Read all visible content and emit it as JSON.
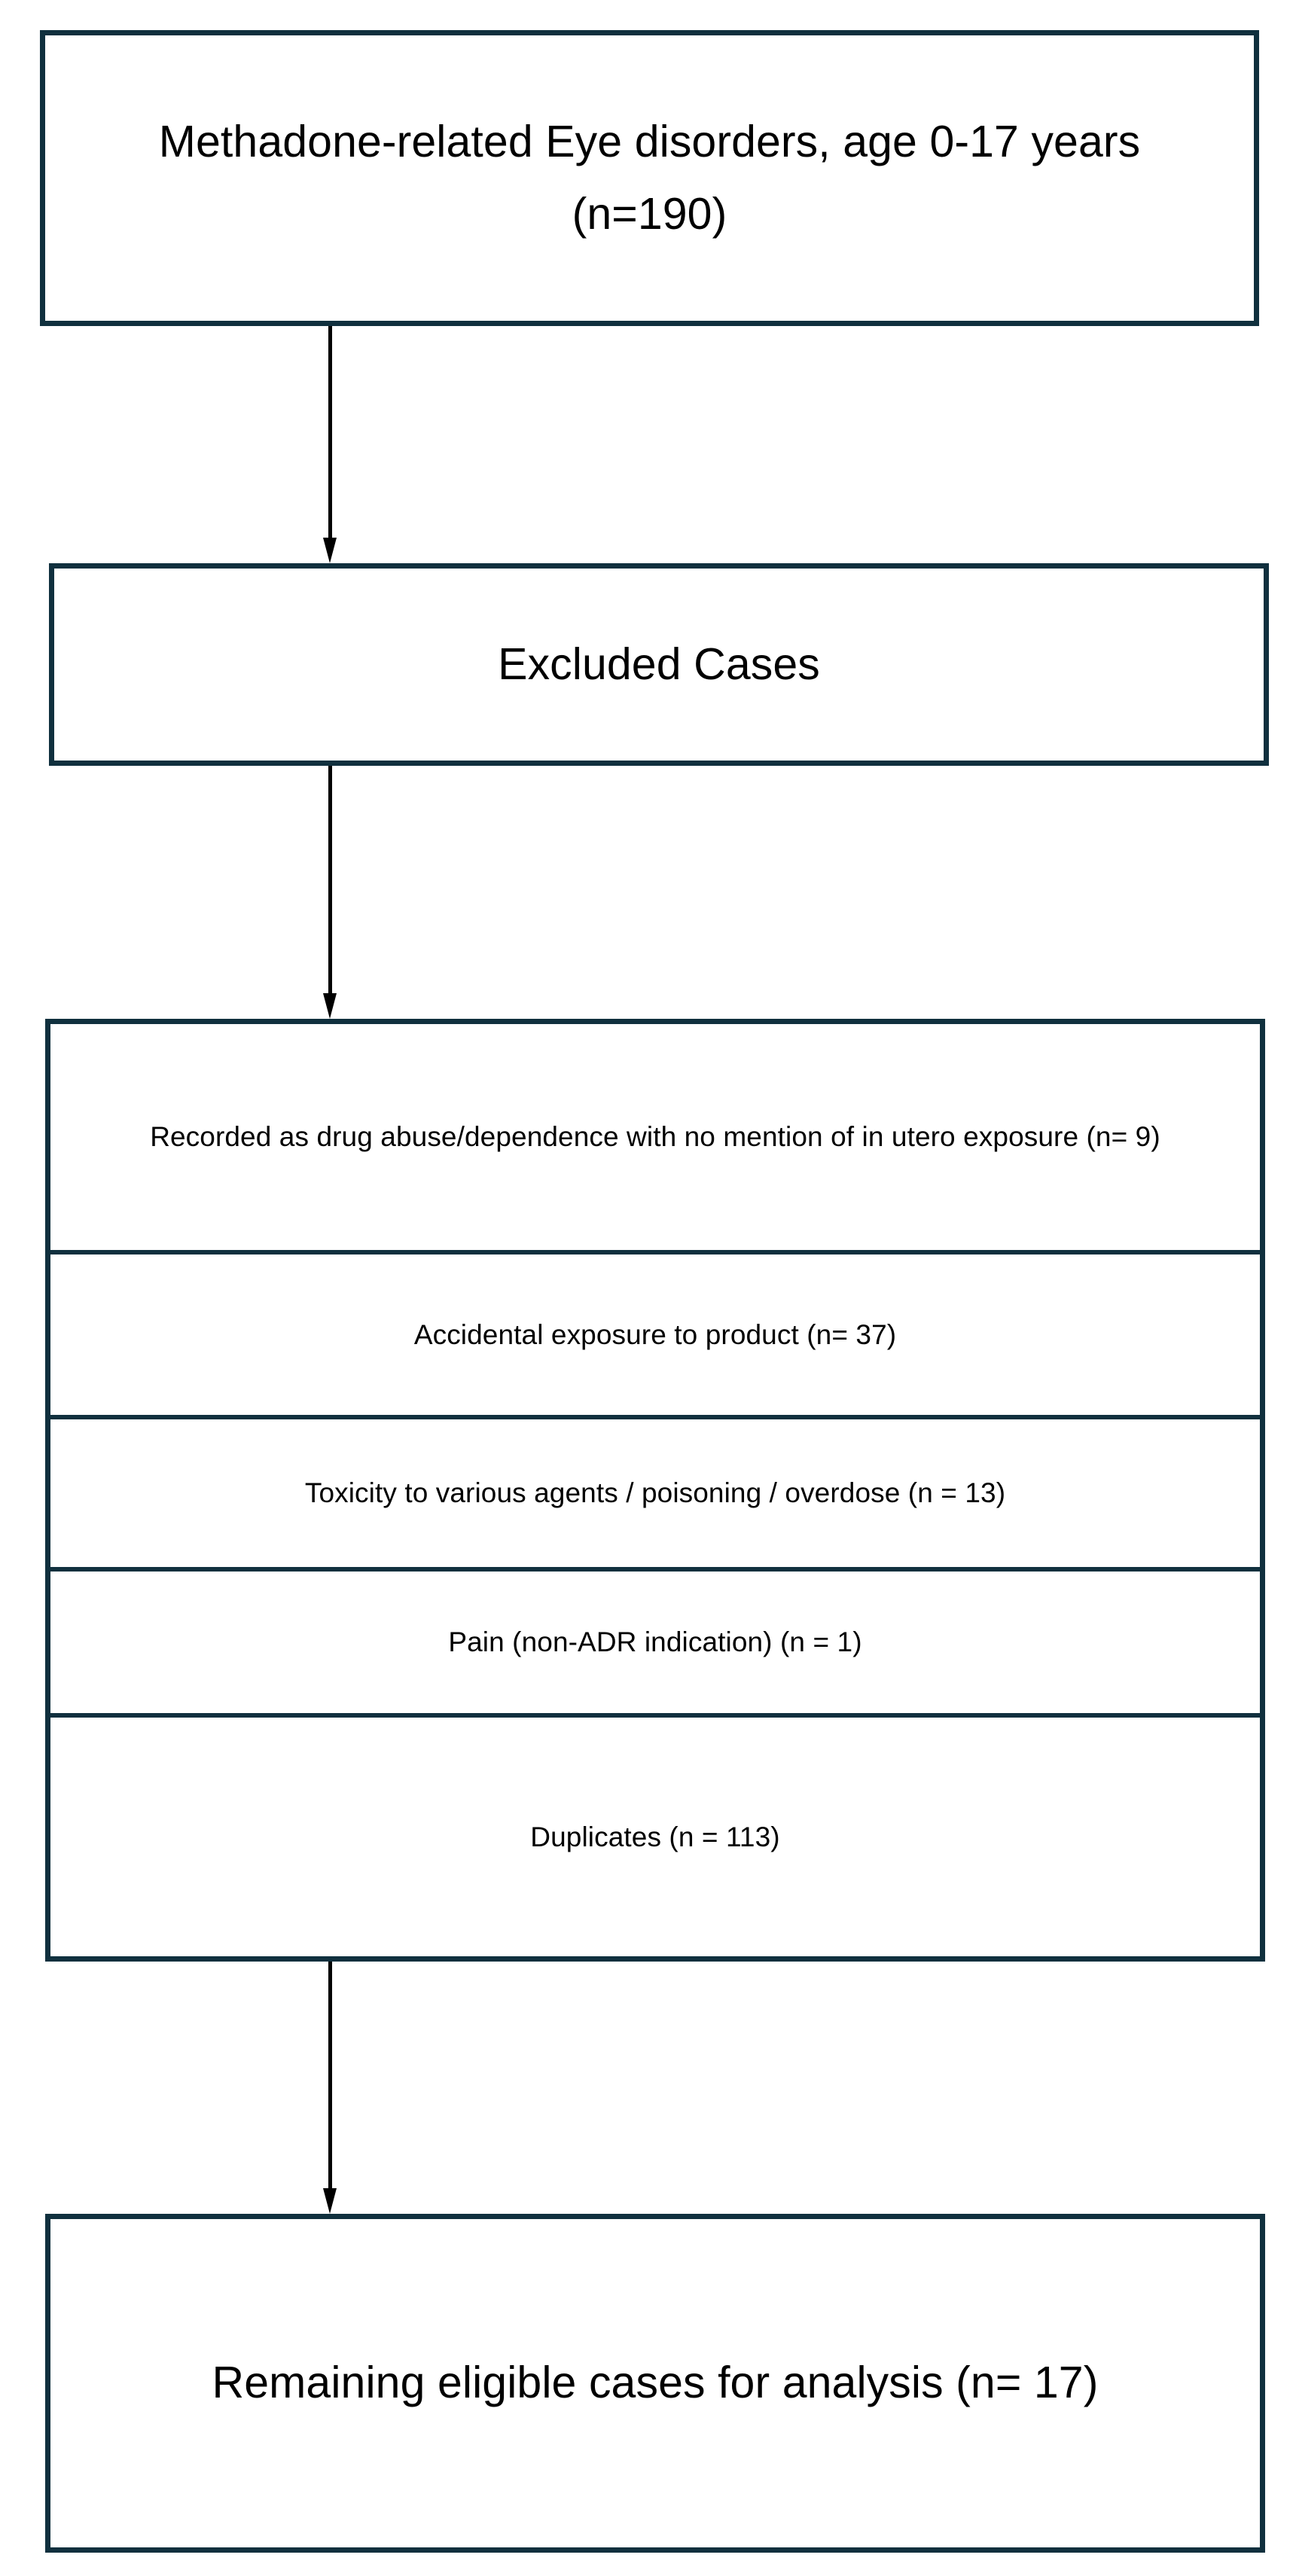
{
  "diagram": {
    "type": "flowchart",
    "orientation": "top-to-bottom",
    "accent_color": "#10303e",
    "connector_color": "#000000",
    "background_color": "#ffffff",
    "source_node": {
      "label": "Methadone-related Eye disorders, age 0-17 years (n=190)",
      "line_1": "Methadone-related Eye disorders,",
      "line_2": "age 0-17 years (n=190)",
      "count": 190
    },
    "excluded_header": {
      "label": "Excluded Cases"
    },
    "exclusion_reasons": [
      {
        "label": "Recorded as drug abuse/dependence with no mention of in utero exposure (n= 9)",
        "count": 9
      },
      {
        "label": "Accidental exposure to product (n= 37)",
        "count": 37
      },
      {
        "label": "Toxicity to various agents / poisoning / overdose (n = 13)",
        "count": 13
      },
      {
        "label": "Pain (non-ADR indication) (n = 1)",
        "count": 1
      },
      {
        "label": "Duplicates (n = 113)",
        "count": 113
      }
    ],
    "final_node": {
      "label": "Remaining eligible cases for analysis (n= 17)",
      "line_1": "Remaining eligible cases for",
      "line_2": "analysis (n= 17)",
      "count": 17
    },
    "connectors": [
      {
        "from": "source_node",
        "to": "excluded_header",
        "arrow": "down-arrow"
      },
      {
        "from": "excluded_header",
        "to": "exclusion_reasons",
        "arrow": "down-arrow"
      },
      {
        "from": "exclusion_reasons",
        "to": "final_node",
        "arrow": "down-arrow"
      }
    ]
  }
}
